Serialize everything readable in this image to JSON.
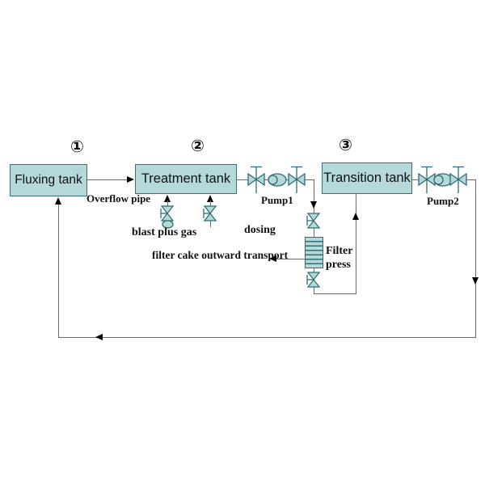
{
  "diagram": {
    "steps": [
      {
        "number": "①",
        "label": "Fluxing tank"
      },
      {
        "number": "②",
        "label": "Treatment tank"
      },
      {
        "number": "③",
        "label": "Transition tank"
      }
    ],
    "equipment": {
      "pump1_label": "Pump1",
      "pump2_label": "Pump2",
      "filter_press_line1": "Filter",
      "filter_press_line2": "press"
    },
    "stream_labels": {
      "overflow_pipe": "Overflow pipe",
      "blast_plus_gas": "blast plus gas",
      "dosing": "dosing",
      "filter_cake": "filter cake outward transport"
    },
    "colors": {
      "background": "#ffffff",
      "tank_fill": "#b5d8da",
      "tank_border": "#3a7078",
      "symbol_fill": "#b5d8da",
      "symbol_stroke": "#2e6e75",
      "pipe": "#6a6a6a",
      "arrow": "#000000",
      "text": "#111111"
    }
  }
}
